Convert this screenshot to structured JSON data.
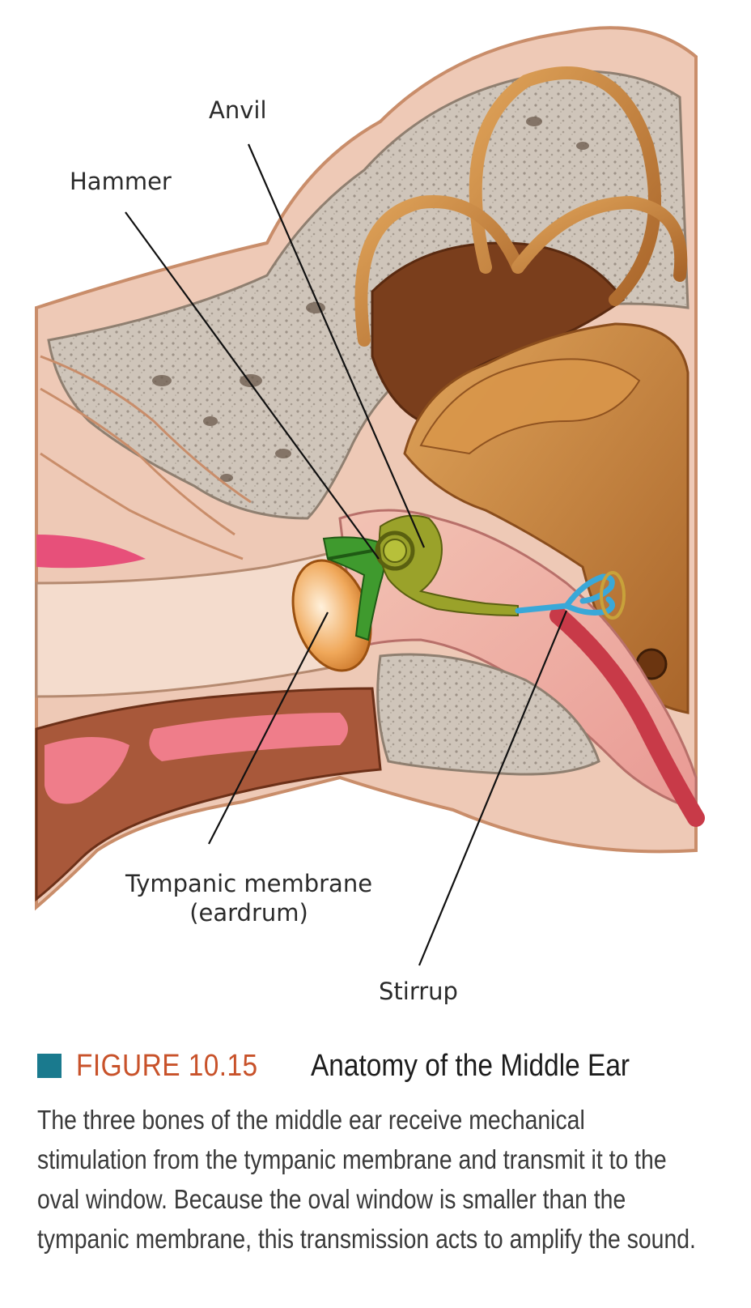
{
  "labels": {
    "anvil": "Anvil",
    "hammer": "Hammer",
    "tympanic_line1": "Tympanic membrane",
    "tympanic_line2": "(eardrum)",
    "stirrup": "Stirrup"
  },
  "caption": {
    "figure_number": "FIGURE 10.15",
    "title": "Anatomy of the Middle Ear",
    "lines": [
      "The three bones of the middle ear receive mechanical",
      "stimulation from the tympanic membrane and transmit it to the",
      "oval window. Because the oval window is smaller than the",
      "tympanic membrane, this transmission acts to amplify the sound."
    ]
  },
  "colors": {
    "accent_square": "#1a7a8e",
    "figure_number": "#c8522a",
    "bone": "#c8893e",
    "skin": "#e7b59a",
    "spongy_bone": "#c9bfb4",
    "hammer": "#3f9a2e",
    "anvil": "#8e9a2a",
    "stirrup": "#3aa8d8",
    "eardrum": "#e59a4a",
    "blood_vessel": "#d94a5a"
  }
}
